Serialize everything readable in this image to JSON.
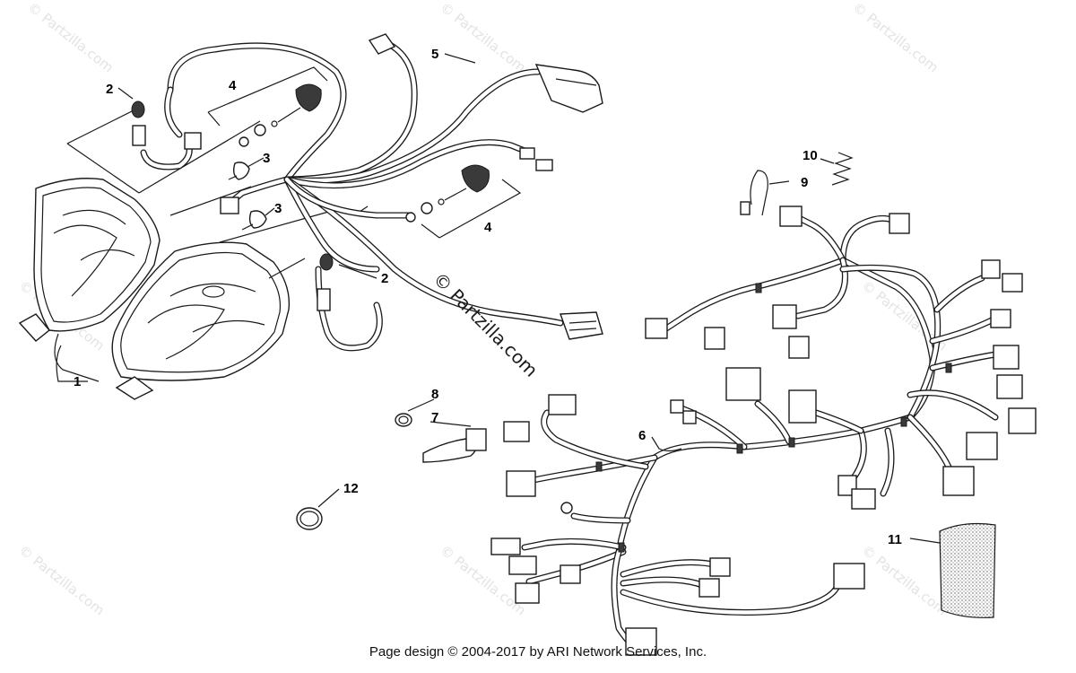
{
  "diagram": {
    "callouts": [
      {
        "id": "1",
        "label": "1"
      },
      {
        "id": "2a",
        "label": "2"
      },
      {
        "id": "2b",
        "label": "2"
      },
      {
        "id": "3a",
        "label": "3"
      },
      {
        "id": "3b",
        "label": "3"
      },
      {
        "id": "4a",
        "label": "4"
      },
      {
        "id": "4b",
        "label": "4"
      },
      {
        "id": "5",
        "label": "5"
      },
      {
        "id": "6",
        "label": "6"
      },
      {
        "id": "7",
        "label": "7"
      },
      {
        "id": "8",
        "label": "8"
      },
      {
        "id": "9",
        "label": "9"
      },
      {
        "id": "10",
        "label": "10"
      },
      {
        "id": "11",
        "label": "11"
      },
      {
        "id": "12",
        "label": "12"
      }
    ],
    "watermark": "© Partzilla.com",
    "center_watermark": "© Partzilla.com"
  },
  "footer": {
    "text": "Page design © 2004-2017 by ARI Network Services, Inc."
  }
}
